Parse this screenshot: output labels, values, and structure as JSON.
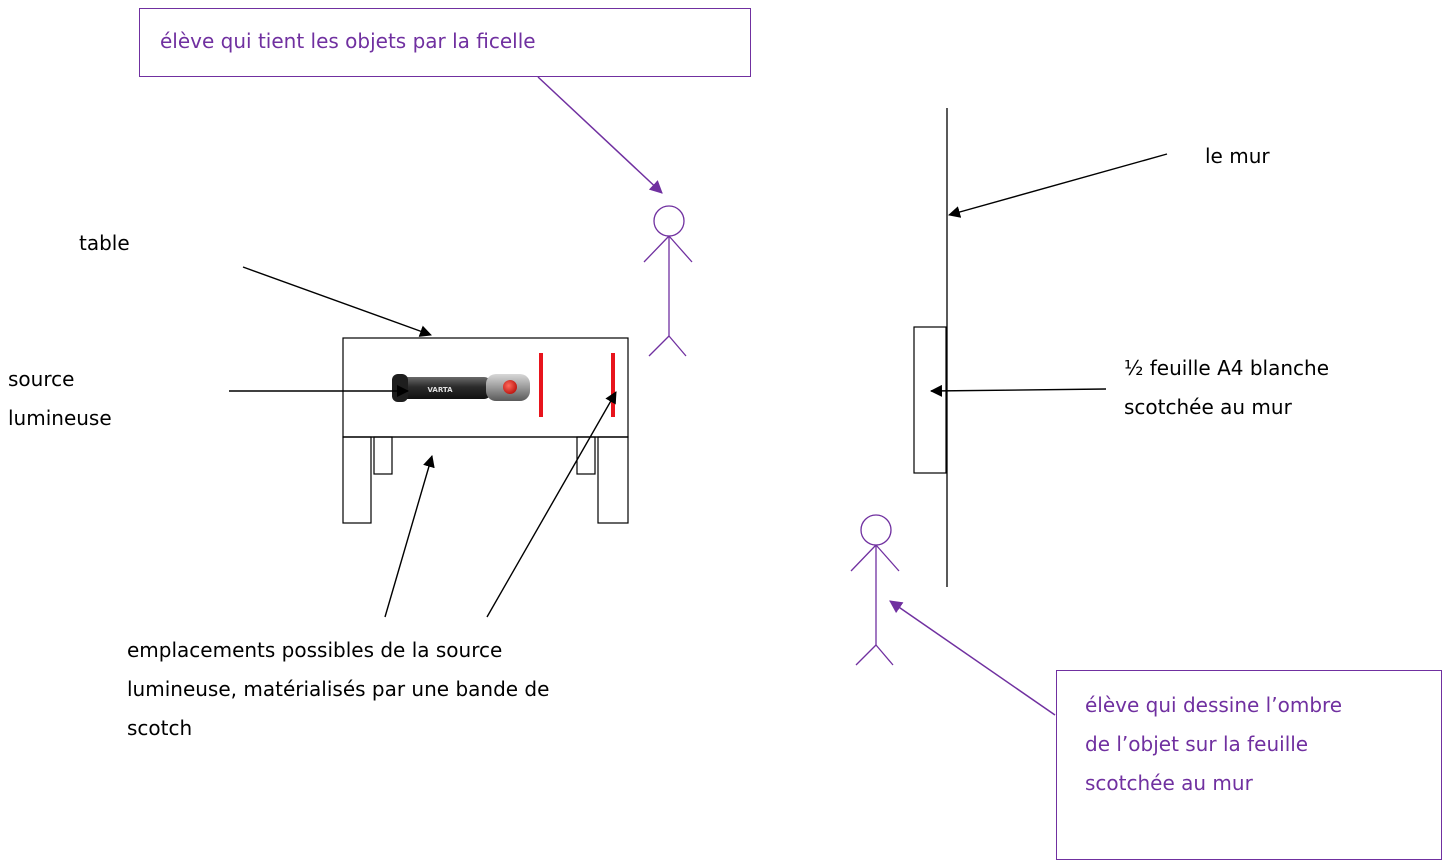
{
  "labels": {
    "top_student": "élève qui tient les objets par la ficelle",
    "table": "table",
    "source_line1": "source",
    "source_line2": "lumineuse",
    "wall": "le mur",
    "sheet_line1": "½ feuille A4 blanche",
    "sheet_line2": "scotchée au mur",
    "locations_line1": "emplacements possibles de la source",
    "locations_line2": "lumineuse, matérialisés par une bande de",
    "locations_line3": "scotch",
    "bottom_student_line1": "élève qui dessine l’ombre",
    "bottom_student_line2": "de l’objet sur la feuille",
    "bottom_student_line3": "scotchée au mur",
    "flashlight_brand": "VARTA"
  },
  "colors": {
    "text": "#000000",
    "callout": "#7030a0",
    "scotch_marker": "#e8141c"
  },
  "icons": {
    "student": "stick-figure-icon",
    "light_source": "flashlight-icon"
  }
}
